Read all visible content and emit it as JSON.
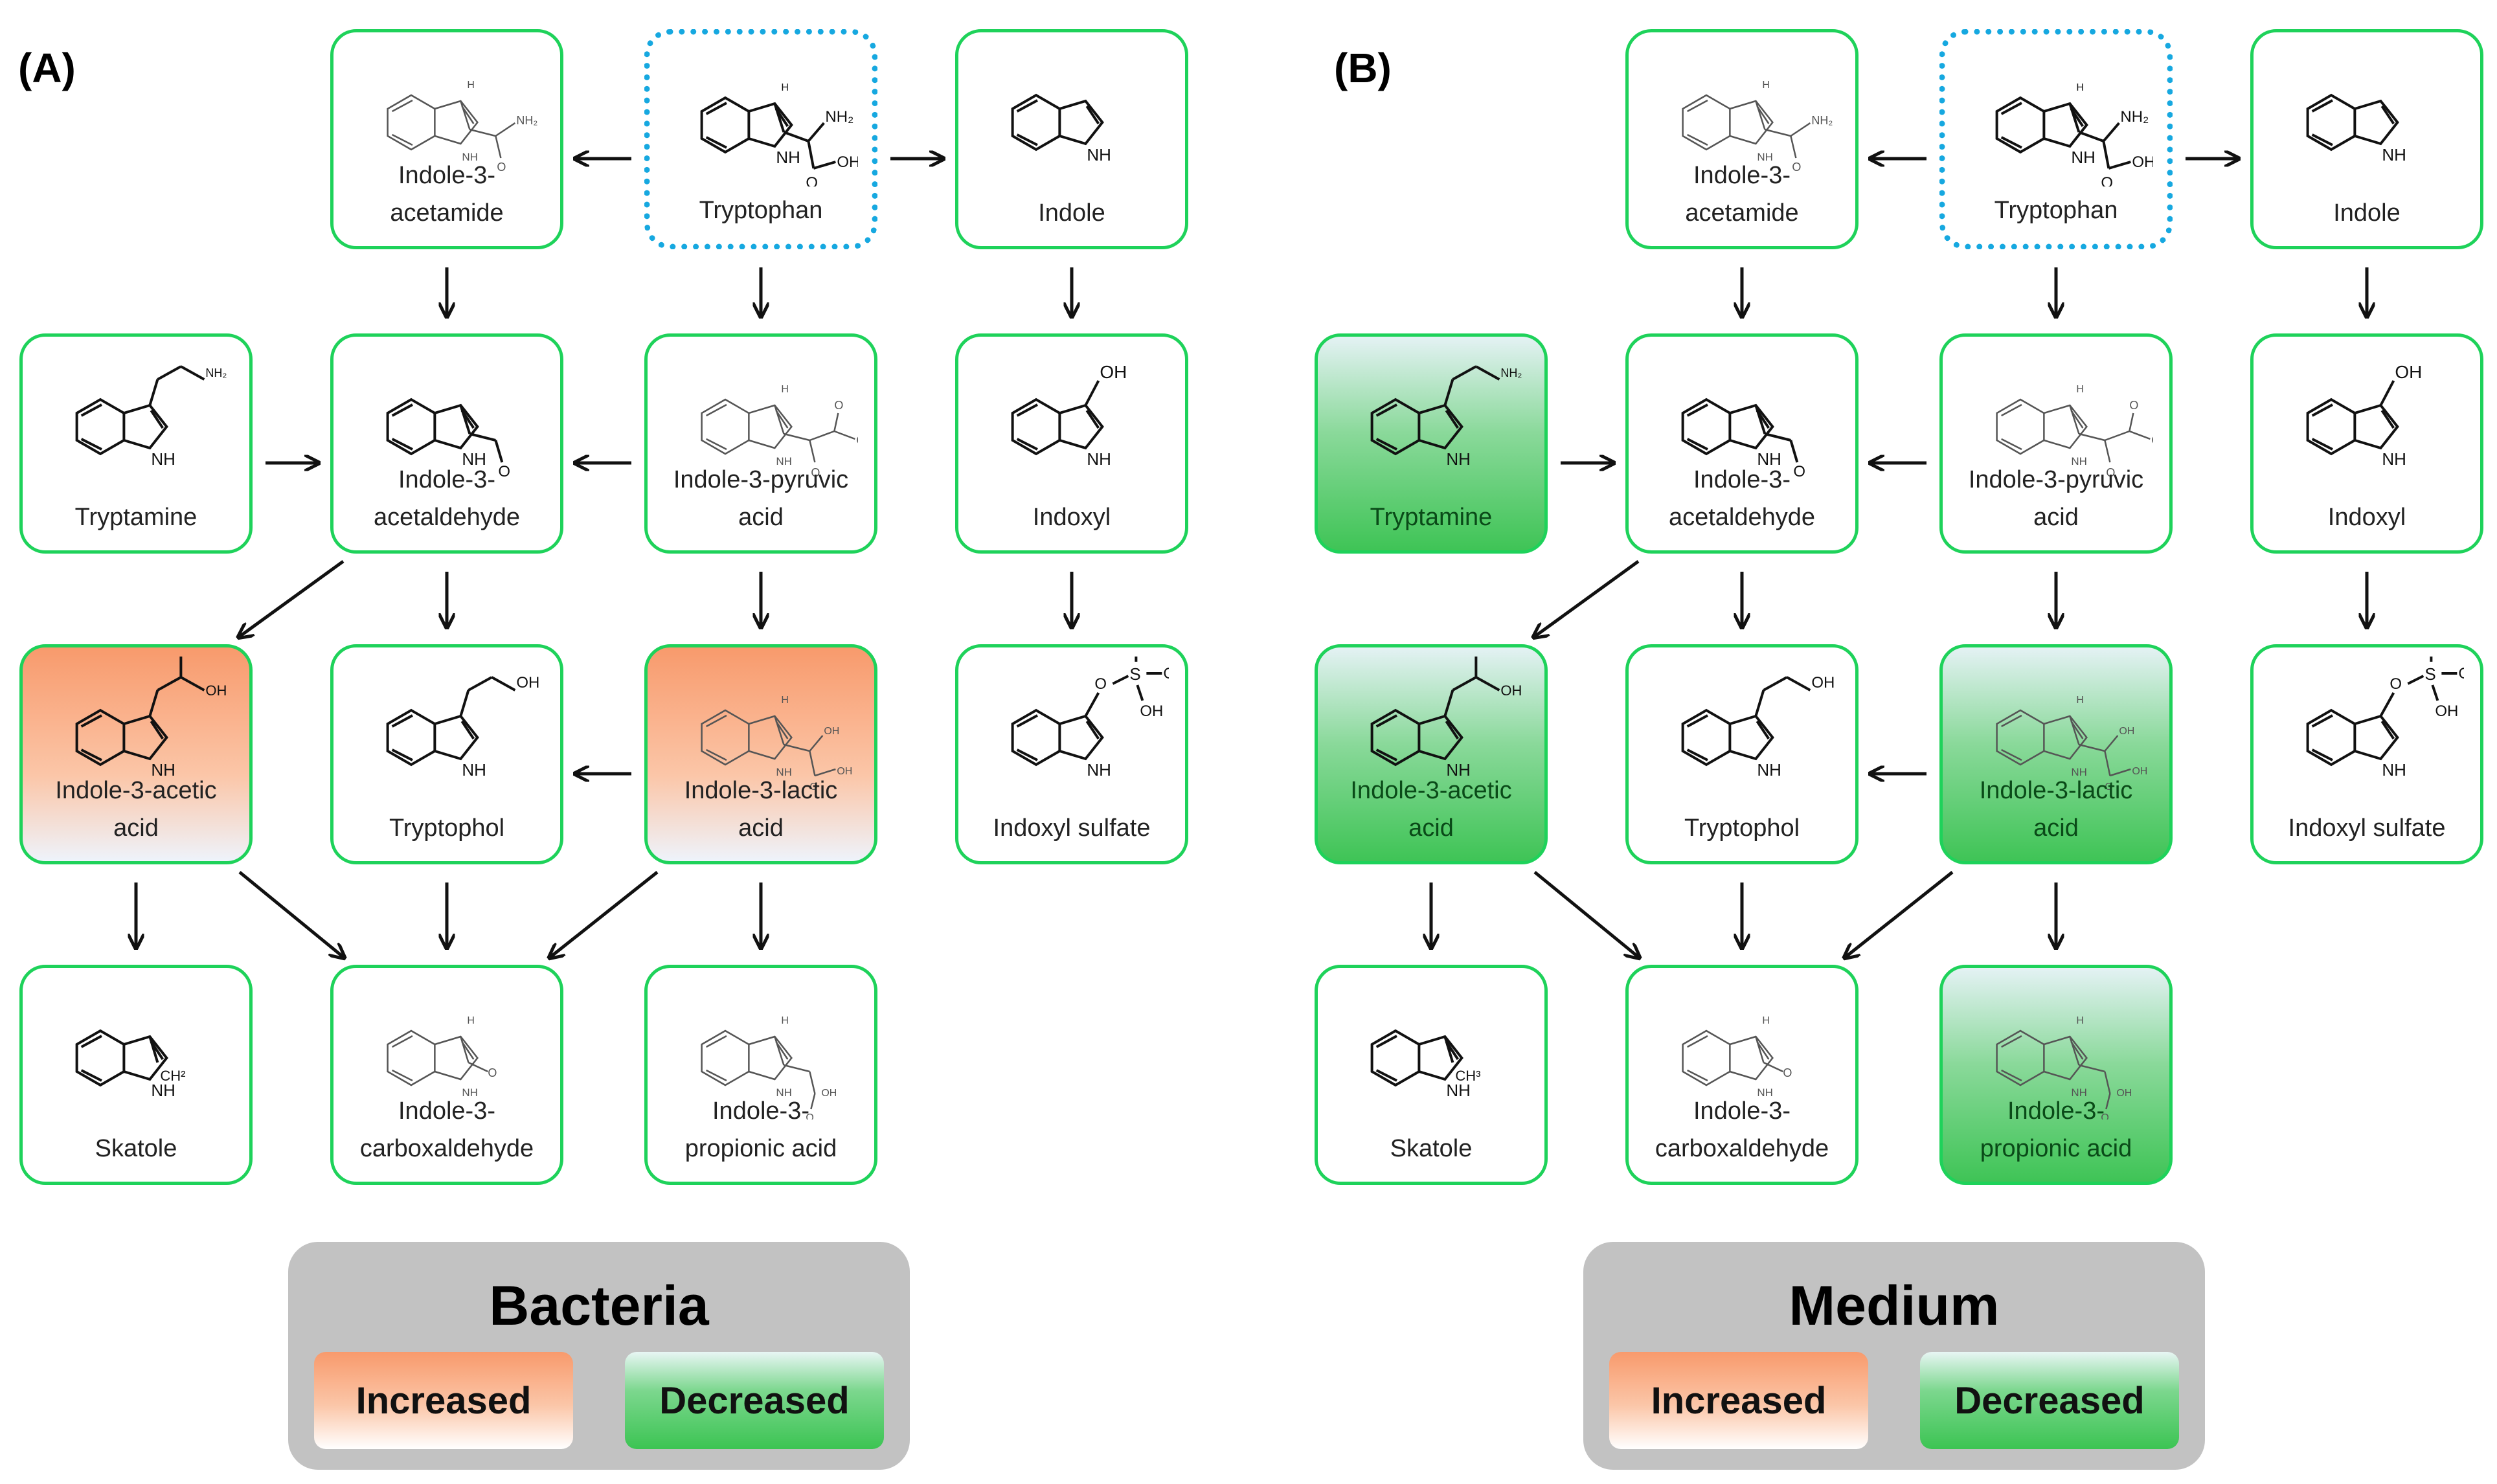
{
  "panels": [
    {
      "letter": "(A)",
      "legend": {
        "title": "Bacteria",
        "increased": "Increased",
        "decreased": "Decreased"
      },
      "compounds": {
        "tryptophan": {
          "name": "Tryptophan",
          "status": "start"
        },
        "iam": {
          "name": "Indole-3-\nacetamide",
          "status": "none"
        },
        "indole": {
          "name": "Indole",
          "status": "none"
        },
        "tryptamine": {
          "name": "Tryptamine",
          "status": "none"
        },
        "iald": {
          "name": "Indole-3-\nacetaldehyde",
          "status": "none"
        },
        "ipya": {
          "name": "Indole-3-pyruvic\nacid",
          "status": "none"
        },
        "indoxyl": {
          "name": "Indoxyl",
          "status": "none"
        },
        "iaa": {
          "name": "Indole-3-acetic\nacid",
          "status": "increased"
        },
        "tol": {
          "name": "Tryptophol",
          "status": "none"
        },
        "ila": {
          "name": "Indole-3-lactic\nacid",
          "status": "increased"
        },
        "is": {
          "name": "Indoxyl sulfate",
          "status": "none"
        },
        "skatole": {
          "name": "Skatole",
          "status": "none"
        },
        "icald": {
          "name": "Indole-3-\ncarboxaldehyde",
          "status": "none"
        },
        "ipa": {
          "name": "Indole-3-\npropionic acid",
          "status": "none"
        }
      }
    },
    {
      "letter": "(B)",
      "legend": {
        "title": "Medium",
        "increased": "Increased",
        "decreased": "Decreased"
      },
      "compounds": {
        "tryptophan": {
          "name": "Tryptophan",
          "status": "start"
        },
        "iam": {
          "name": "Indole-3-\nacetamide",
          "status": "none"
        },
        "indole": {
          "name": "Indole",
          "status": "none"
        },
        "tryptamine": {
          "name": "Tryptamine",
          "status": "decreased"
        },
        "iald": {
          "name": "Indole-3-\nacetaldehyde",
          "status": "none"
        },
        "ipya": {
          "name": "Indole-3-pyruvic\nacid",
          "status": "none"
        },
        "indoxyl": {
          "name": "Indoxyl",
          "status": "none"
        },
        "iaa": {
          "name": "Indole-3-acetic\nacid",
          "status": "decreased"
        },
        "tol": {
          "name": "Tryptophol",
          "status": "none"
        },
        "ila": {
          "name": "Indole-3-lactic\nacid",
          "status": "decreased"
        },
        "is": {
          "name": "Indoxyl sulfate",
          "status": "none"
        },
        "skatole": {
          "name": "Skatole",
          "status": "none"
        },
        "icald": {
          "name": "Indole-3-\ncarboxaldehyde",
          "status": "none"
        },
        "ipa": {
          "name": "Indole-3-\npropionic acid",
          "status": "decreased"
        }
      }
    }
  ],
  "structure_labels": {
    "nh2": "NH₂",
    "oh": "OH",
    "o": "O",
    "s": "S",
    "h": "H",
    "nh": "NH",
    "n": "N",
    "ch2": "CH²",
    "ch3": "CH³"
  },
  "pathway_edges": [
    [
      "tryptophan",
      "iam"
    ],
    [
      "tryptophan",
      "indole"
    ],
    [
      "tryptophan",
      "ipya"
    ],
    [
      "iam",
      "iald"
    ],
    [
      "indole",
      "indoxyl"
    ],
    [
      "tryptamine",
      "iald"
    ],
    [
      "ipya",
      "iald"
    ],
    [
      "indoxyl",
      "is"
    ],
    [
      "iald",
      "iaa"
    ],
    [
      "iald",
      "tol"
    ],
    [
      "ipya",
      "ila"
    ],
    [
      "ila",
      "tol"
    ],
    [
      "iaa",
      "skatole"
    ],
    [
      "iaa",
      "icald"
    ],
    [
      "tol",
      "icald"
    ],
    [
      "ila",
      "icald"
    ],
    [
      "ila",
      "ipa"
    ]
  ]
}
